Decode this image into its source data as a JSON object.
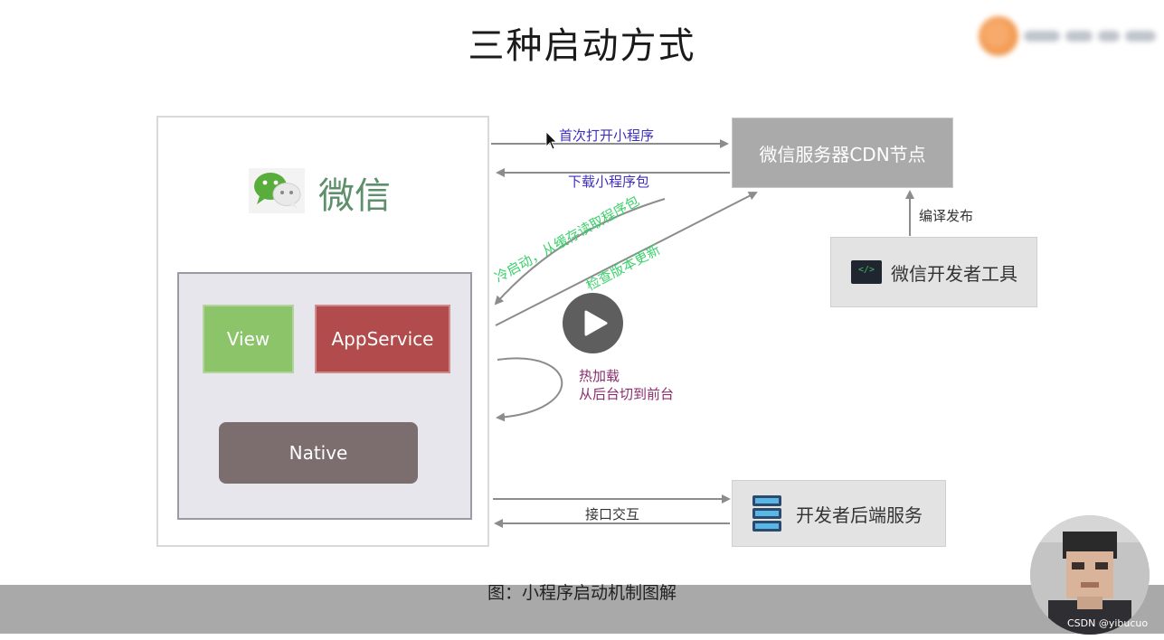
{
  "slide": {
    "title": "三种启动方式",
    "caption": "图：小程序启动机制图解"
  },
  "client": {
    "app_name": "微信",
    "components": {
      "view": "View",
      "appservice": "AppService",
      "native": "Native"
    }
  },
  "cdn_node": {
    "label": "微信服务器CDN节点"
  },
  "dev_tool": {
    "label": "微信开发者工具",
    "icon": "code-editor-icon"
  },
  "backend": {
    "label": "开发者后端服务",
    "icon": "server-icon"
  },
  "flows": {
    "first_open": "首次打开小程序",
    "download_package": "下载小程序包",
    "cold_start": "冷启动，从缓存读取程序包",
    "check_update": "检查版本更新",
    "hot_load_line1": "热加载",
    "hot_load_line2": "从后台切到前台",
    "compile_publish": "编译发布",
    "api_interaction": "接口交互"
  },
  "colors": {
    "view": "#8cc46a",
    "appservice": "#b24b4b",
    "native": "#7c6e6f",
    "cdn": "#aaaaaa",
    "blue_label": "#3d2fbf",
    "green_label": "#3bd16b",
    "purple_label": "#8a2e6c"
  },
  "video": {
    "control": "play-icon"
  },
  "watermark": "CSDN @yibucuo"
}
